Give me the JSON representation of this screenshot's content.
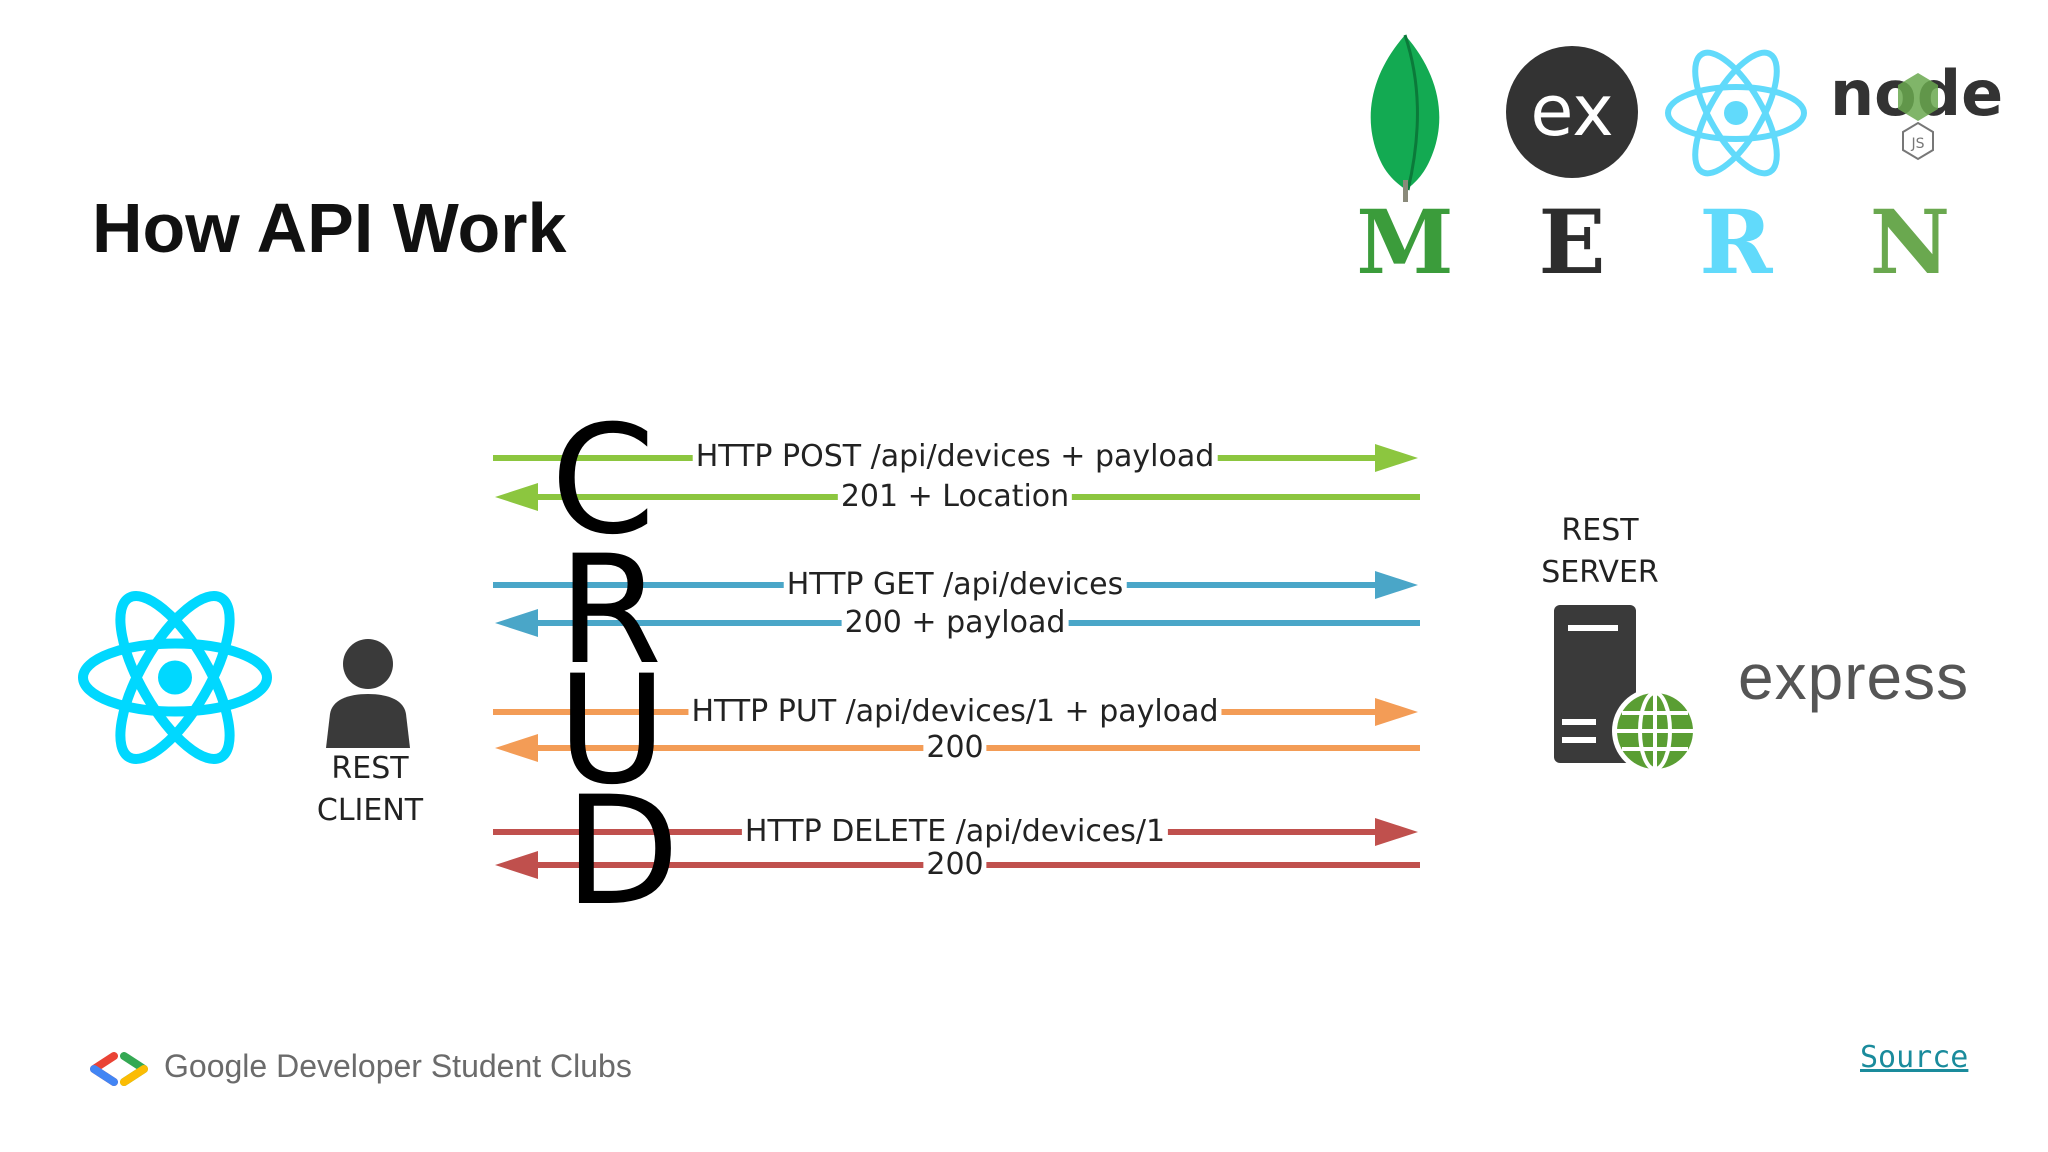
{
  "slide": {
    "title": "How API Work"
  },
  "mern": {
    "letters": [
      {
        "letter": "M",
        "color": "#3b9c3b",
        "logo": "mongodb-leaf-icon"
      },
      {
        "letter": "E",
        "color": "#2d2d2d",
        "logo": "express-ex-icon"
      },
      {
        "letter": "R",
        "color": "#61dafb",
        "logo": "react-atom-icon"
      },
      {
        "letter": "N",
        "color": "#6aa84f",
        "logo": "nodejs-icon"
      }
    ],
    "express_badge": "ex",
    "node_logo_text": "node",
    "node_js_badge": "JS"
  },
  "diagram": {
    "crud": [
      "C",
      "R",
      "U",
      "D"
    ],
    "arrows": [
      {
        "label": "HTTP POST /api/devices + payload",
        "color": "#8cc63f"
      },
      {
        "label": "201 + Location",
        "color": "#8cc63f"
      },
      {
        "label": "HTTP GET /api/devices",
        "color": "#4aa6c8"
      },
      {
        "label": "200 + payload",
        "color": "#4aa6c8"
      },
      {
        "label": "HTTP PUT /api/devices/1 + payload",
        "color": "#f39c56"
      },
      {
        "label": "200",
        "color": "#f39c56"
      },
      {
        "label": "HTTP DELETE /api/devices/1",
        "color": "#c0504d"
      },
      {
        "label": "200",
        "color": "#c0504d"
      }
    ],
    "client": {
      "line1": "REST",
      "line2": "CLIENT"
    },
    "server": {
      "line1": "REST",
      "line2": "SERVER"
    },
    "express_wordmark": "express",
    "react_color": "#00d8ff"
  },
  "footer": {
    "brand": "Google Developer Student Clubs",
    "source_link": "Source"
  }
}
